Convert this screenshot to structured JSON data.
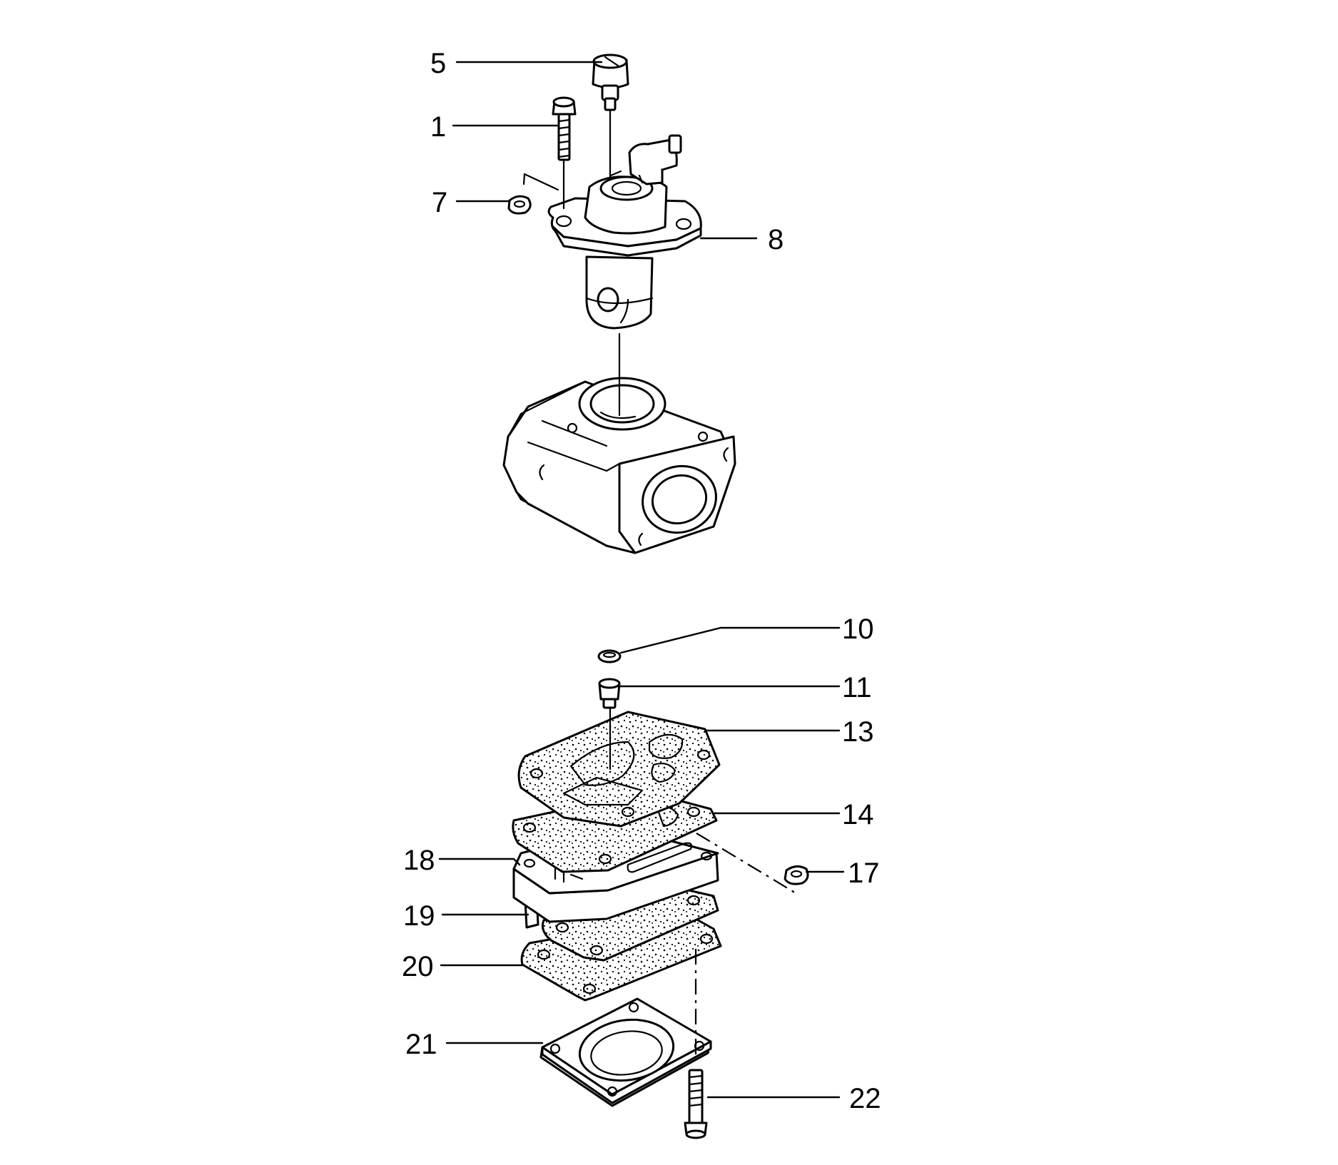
{
  "diagram": {
    "line_color": "#000000",
    "background": "#ffffff",
    "callouts": [
      {
        "id": "c1",
        "label": "1"
      },
      {
        "id": "c5",
        "label": "5"
      },
      {
        "id": "c7",
        "label": "7"
      },
      {
        "id": "c8",
        "label": "8"
      },
      {
        "id": "c10",
        "label": "10"
      },
      {
        "id": "c11",
        "label": "11"
      },
      {
        "id": "c13",
        "label": "13"
      },
      {
        "id": "c14",
        "label": "14"
      },
      {
        "id": "c17",
        "label": "17"
      },
      {
        "id": "c18",
        "label": "18"
      },
      {
        "id": "c19",
        "label": "19"
      },
      {
        "id": "c20",
        "label": "20"
      },
      {
        "id": "c21",
        "label": "21"
      },
      {
        "id": "c22",
        "label": "22"
      }
    ]
  }
}
